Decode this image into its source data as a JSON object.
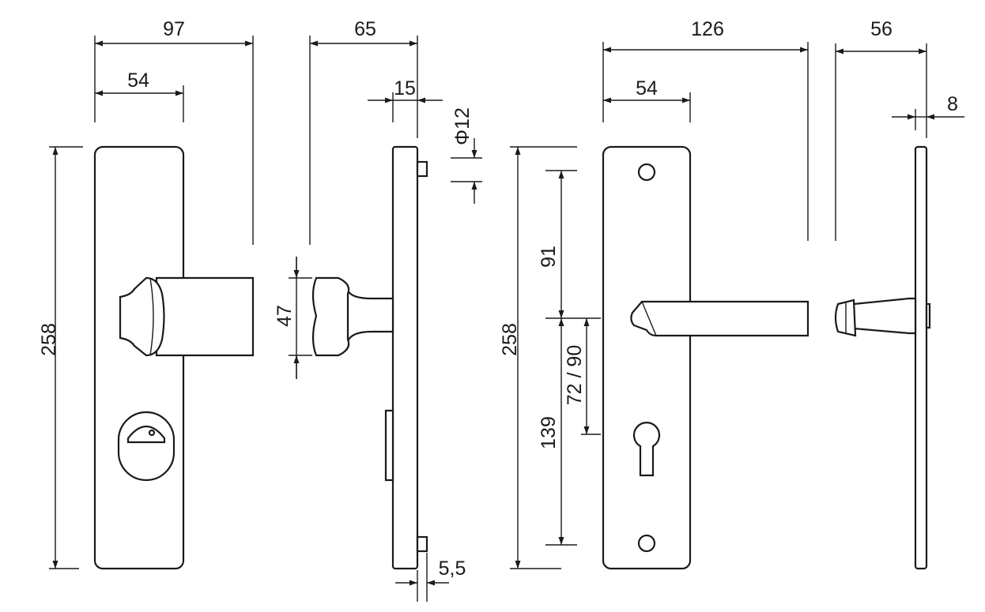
{
  "front_view_knob": {
    "width_total": "97",
    "width_plate": "54",
    "height_plate": "258"
  },
  "side_view_knob": {
    "depth_total": "65",
    "plate_thickness": "15",
    "knob_height": "47",
    "pin_diameter": "Φ12",
    "offset": "5,5"
  },
  "front_view_lever": {
    "width_total": "126",
    "width_plate": "54",
    "height_plate": "258",
    "upper_distance": "91",
    "lower_distance": "139",
    "backset": "72 / 90"
  },
  "side_view_lever": {
    "depth_total": "56",
    "plate_thickness": "8"
  },
  "colors": {
    "line": "#1a1a1a",
    "background": "#ffffff"
  }
}
